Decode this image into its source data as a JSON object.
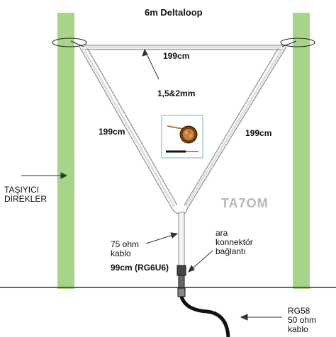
{
  "title": "6m Deltaloop",
  "labels": {
    "top_length": "199cm",
    "wire_size": "1,5&2mm",
    "left_length": "199cm",
    "right_length": "199cm",
    "watermark": "TA7OM",
    "support_line1": "TAŞIYICI",
    "support_line2": "DİREKLER",
    "cable75_line1": "75 ohm",
    "cable75_line2": "kablo",
    "cable75_length": "99cm (RG6U6)",
    "connector_line1": "ara",
    "connector_line2": "konnektör",
    "connector_line3": "bağlantı",
    "rg58_line1": "RG58",
    "rg58_line2": "50 ohm",
    "rg58_line3": "kablo"
  },
  "colors": {
    "mast": "#a8d48a",
    "wire": "#9a9a9a",
    "cable": "#111111"
  }
}
